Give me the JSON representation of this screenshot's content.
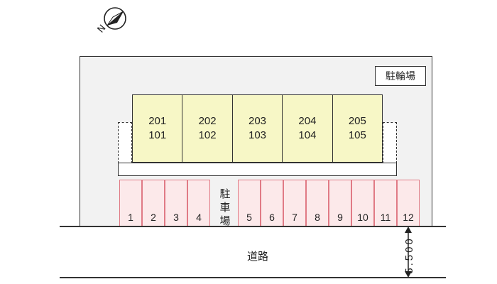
{
  "compass": {
    "north_letter": "N"
  },
  "bike_parking": "駐輪場",
  "units": [
    {
      "upper": "201",
      "lower": "101"
    },
    {
      "upper": "202",
      "lower": "102"
    },
    {
      "upper": "203",
      "lower": "103"
    },
    {
      "upper": "204",
      "lower": "104"
    },
    {
      "upper": "205",
      "lower": "105"
    }
  ],
  "parking_label": [
    "駐",
    "車",
    "場"
  ],
  "parking_spaces": [
    "1",
    "2",
    "3",
    "4",
    "5",
    "6",
    "7",
    "8",
    "9",
    "10",
    "11",
    "12"
  ],
  "road_label": "道路",
  "road_width": "5.500",
  "colors": {
    "building": "#f6f6c8",
    "parking_fill": "#fce9ea",
    "parking_border": "#e07a85",
    "lot": "#f2f2f2"
  }
}
